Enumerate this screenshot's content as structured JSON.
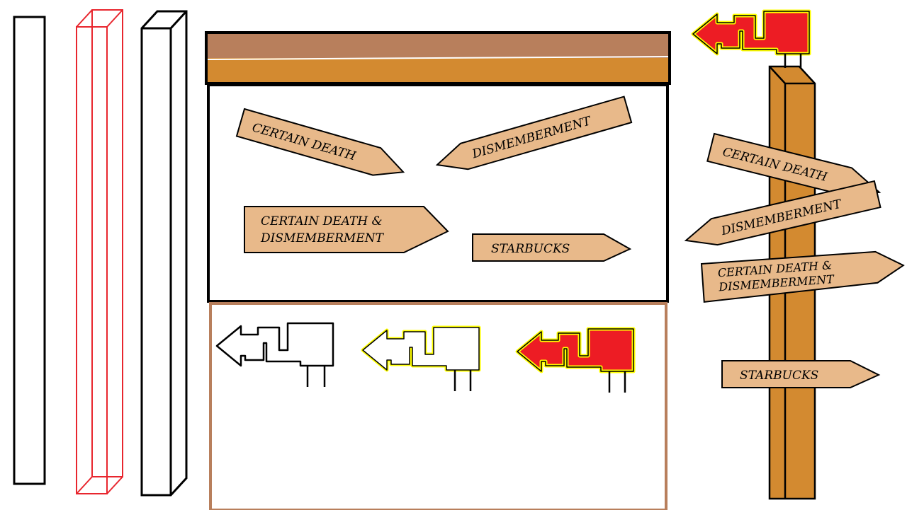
{
  "colors": {
    "background": "#ffffff",
    "outline": "#000000",
    "wireframe_red": "#e8262e",
    "plank_tan": "#e8b98a",
    "wood_dark": "#b87f5c",
    "wood_mid": "#d38a30",
    "pole_wood": "#d38a30",
    "panel_border": "#b87f5c",
    "arrow_red": "#ed1c24",
    "arrow_yellow": "#ffff00"
  },
  "signs": {
    "certain_death": "CERTAIN DEATH",
    "dismemberment": "DISMEMBERMENT",
    "combo_line1": "CERTAIN DEATH &",
    "combo_line2": "DISMEMBERMENT",
    "starbucks": "STARBUCKS"
  },
  "icons": {
    "squiggle_arrow": "squiggle-arrow-icon"
  }
}
